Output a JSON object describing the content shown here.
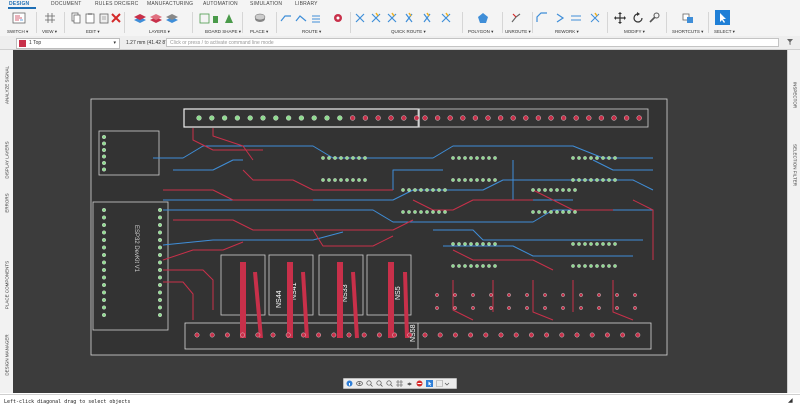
{
  "tabs": [
    "DESIGN",
    "DOCUMENT",
    "RULES DRC/ERC",
    "MANUFACTURING",
    "AUTOMATION",
    "SIMULATION",
    "LIBRARY"
  ],
  "ribbon": {
    "switch_label": "SWITCH ▾",
    "view_label": "VIEW ▾",
    "edit_label": "EDIT ▾",
    "layers_label": "LAYERS ▾",
    "board_shape_label": "BOARD SHAPE ▾",
    "place_label": "PLACE ▾",
    "route_label": "ROUTE ▾",
    "quick_route_label": "QUICK ROUTE ▾",
    "polygon_label": "POLYGON ▾",
    "unroute_label": "UNROUTE ▾",
    "rework_label": "REWORK ▾",
    "modify_label": "MODIFY ▾",
    "shortcuts_label": "SHORTCUTS ▾",
    "select_label": "SELECT ▾"
  },
  "command_bar": {
    "layer": "1 Top",
    "layer_color": "#c8304a",
    "coordinate": "1.27 mm (41.42 87.83)",
    "command_placeholder": "Click or press / to activate command line mode"
  },
  "left_panel": [
    "ANALYZE SIGNAL",
    "DISPLAY LAYERS",
    "ERRORS",
    "PLACE COMPONENTS",
    "DESIGN MANAGER"
  ],
  "right_panel": [
    "INSPECTOR",
    "SELECTION FILTER"
  ],
  "board": {
    "ic_labels": [
      "NS47",
      "NS44",
      "NS41",
      "NS33",
      "NS5",
      "NS58"
    ],
    "module_label": "ESP32 DevKit V1",
    "colors": {
      "top": "#c8304a",
      "bottom": "#3f8ed8",
      "outline": "#d8d8d8",
      "pad": "#8fdc8f",
      "canvas": "#3c3c3c"
    }
  },
  "status": {
    "message": "Left-click diagonal drag to select objects"
  }
}
